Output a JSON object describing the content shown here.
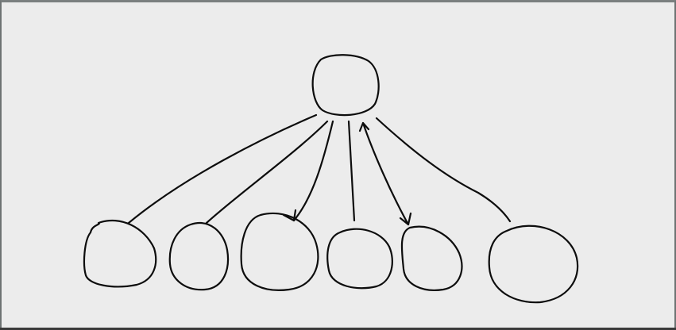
{
  "diagram": {
    "kind": "hand-drawn tree",
    "background_color": "#ececec",
    "ink_color": "#0d0d0d",
    "root": {
      "label": ""
    },
    "children": [
      {
        "label": ""
      },
      {
        "label": ""
      },
      {
        "label": ""
      },
      {
        "label": ""
      },
      {
        "label": ""
      },
      {
        "label": ""
      }
    ],
    "edges": [
      {
        "from": "root",
        "to": "child-1",
        "arrow": false
      },
      {
        "from": "root",
        "to": "child-2",
        "arrow": false
      },
      {
        "from": "root",
        "to": "child-3",
        "arrow": true
      },
      {
        "from": "root",
        "to": "child-4",
        "arrow": false
      },
      {
        "from": "root",
        "to": "child-5",
        "arrow": "both"
      },
      {
        "from": "root",
        "to": "child-6",
        "arrow": false
      }
    ]
  }
}
